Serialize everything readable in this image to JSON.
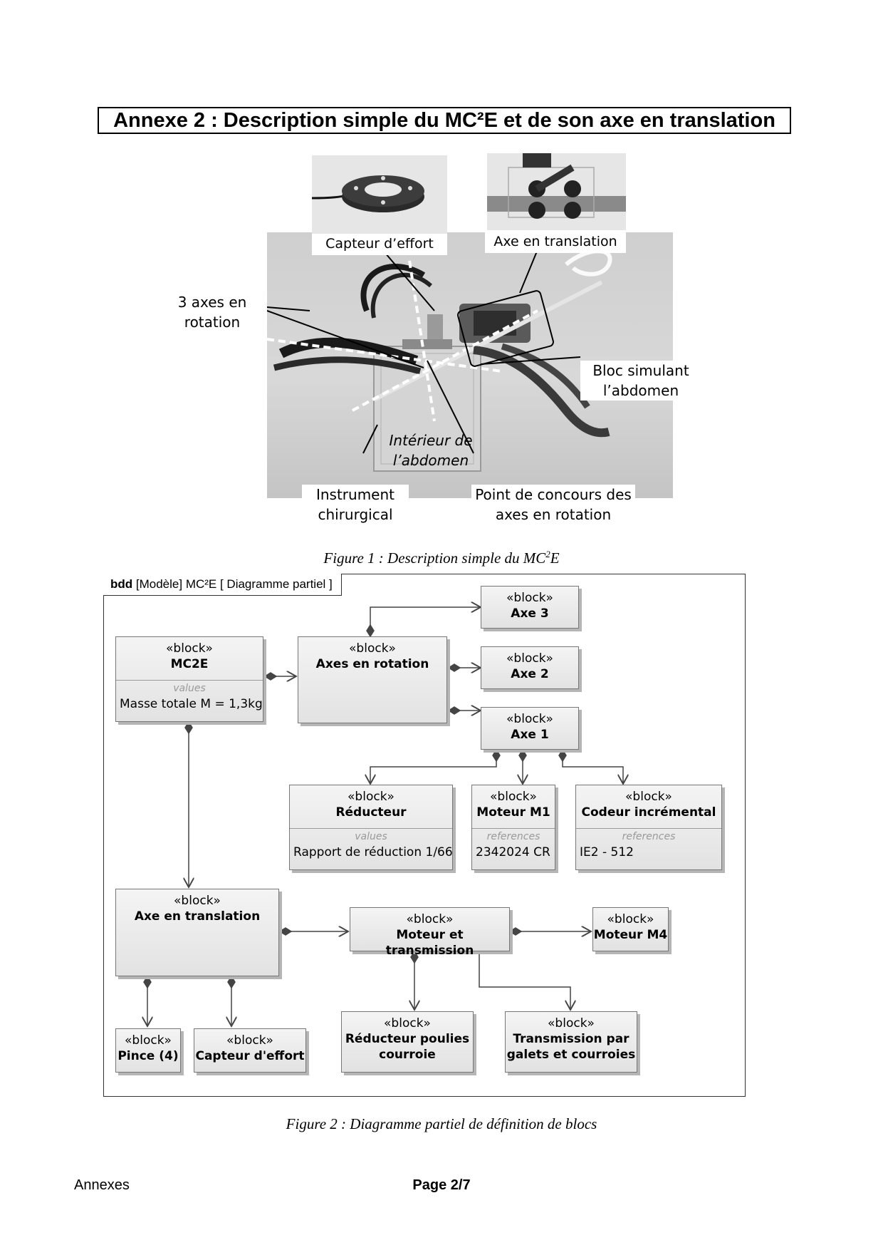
{
  "title": "Annexe 2 : Description simple du MC²E et de son axe en translation",
  "figure1": {
    "labels": {
      "capteur": "Capteur d’effort",
      "axe_translation": "Axe en translation",
      "axes_rotation_1": "3 axes en",
      "axes_rotation_2": "rotation",
      "bloc_1": "Bloc simulant",
      "bloc_2": "l’abdomen",
      "interieur_1": "Intérieur de",
      "interieur_2": "l’abdomen",
      "instrument_1": "Instrument",
      "instrument_2": "chirurgical",
      "point_1": "Point de concours des",
      "point_2": "axes en rotation"
    },
    "caption_prefix": "Figure 1 :  Description simple du MC",
    "caption_sup": "2",
    "caption_suffix": "E"
  },
  "figure2": {
    "frame_kind": "bdd",
    "frame_label": "[Modèle] MC²E [ Diagramme partiel ]",
    "stereotype": "«block»",
    "blocks": {
      "mc2e": {
        "name": "MC2E",
        "compartment": "values",
        "value": "Masse totale M = 1,3kg"
      },
      "axes_rotation": {
        "name": "Axes en rotation"
      },
      "axe3": {
        "name": "Axe 3"
      },
      "axe2": {
        "name": "Axe 2"
      },
      "axe1": {
        "name": "Axe 1"
      },
      "reducteur": {
        "name": "Réducteur",
        "compartment": "values",
        "value": "Rapport de réduction 1/66"
      },
      "moteur_m1": {
        "name": "Moteur M1",
        "compartment": "references",
        "value": "2342024 CR"
      },
      "codeur": {
        "name": "Codeur incrémental",
        "compartment": "references",
        "value": "IE2 - 512"
      },
      "axe_translation": {
        "name": "Axe en translation"
      },
      "moteur_transmission": {
        "name": "Moteur et transmission"
      },
      "moteur_m4": {
        "name": "Moteur M4"
      },
      "pince": {
        "name": "Pince (4)"
      },
      "capteur": {
        "name": "Capteur d'effort"
      },
      "reducteur_poulies_1": "Réducteur poulies",
      "reducteur_poulies_2": "courroie",
      "transmission_1": "Transmission par",
      "transmission_2": "galets et courroies"
    },
    "caption": "Figure 2 :  Diagramme partiel de définition de blocs"
  },
  "footer": {
    "left": "Annexes",
    "page": "Page 2/7"
  }
}
